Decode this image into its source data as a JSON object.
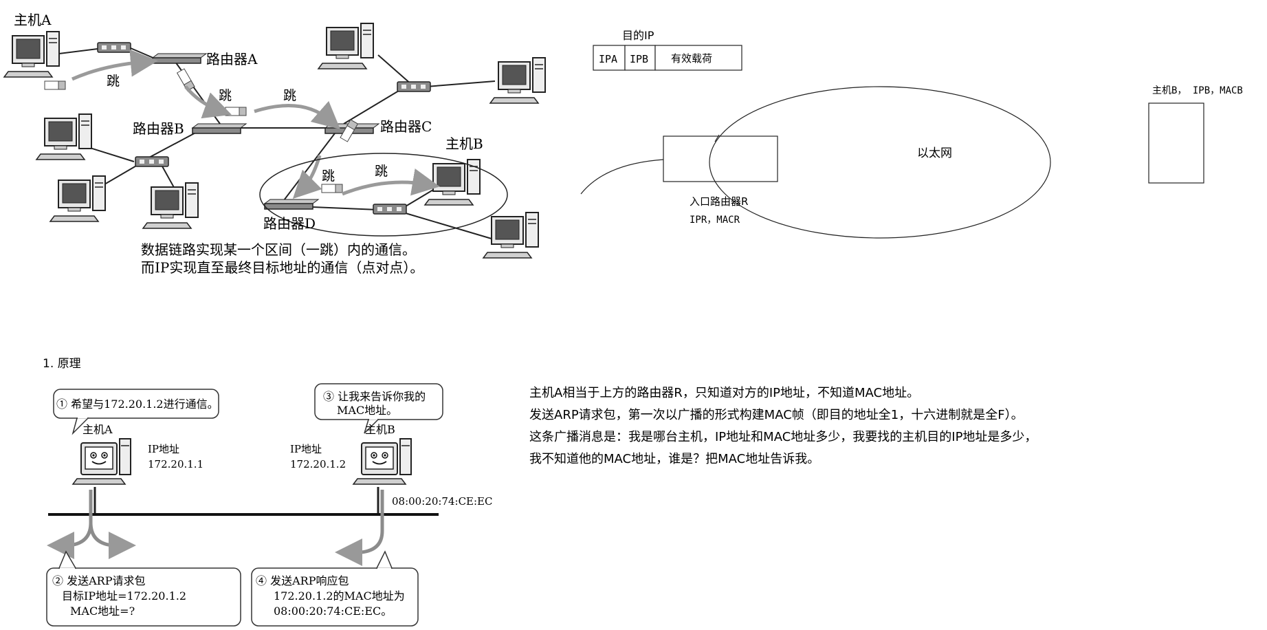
{
  "network_figure": {
    "host_a": "主机A",
    "router_a": "路由器A",
    "router_b": "路由器B",
    "router_c": "路由器C",
    "router_d": "路由器D",
    "host_b": "主机B",
    "hop_label": "跳",
    "caption_line1": "数据链路实现某一个区间（一跳）内的通信。",
    "caption_line2": "而IP实现直至最终目标地址的通信（点对点）。"
  },
  "ethernet_sketch": {
    "dest_ip_label": "目的IP",
    "packet_fields": [
      "IPA",
      "IPB",
      "有效载荷"
    ],
    "ethernet_label": "以太网",
    "host_b_label": "主机B，  IPB，MACB",
    "router_label": "入口路由器R",
    "router_addr": "IPR，MACR"
  },
  "section_title": "1. 原理",
  "arp_figure": {
    "bubble1": "① 希望与172.20.1.2进行通信。",
    "bubble3_line1": "③ 让我来告诉你我的",
    "bubble3_line2": "MAC地址。",
    "host_a": "主机A",
    "host_b": "主机B",
    "ip_label_a": "IP地址",
    "ip_value_a": "172.20.1.1",
    "ip_label_b": "IP地址",
    "ip_value_b": "172.20.1.2",
    "mac_b": "08:00:20:74:CE:EC",
    "bubble2_line1": "② 发送ARP请求包",
    "bubble2_line2": "目标IP地址=172.20.1.2",
    "bubble2_line3": "MAC地址=?",
    "bubble4_line1": "④ 发送ARP响应包",
    "bubble4_line2": "172.20.1.2的MAC地址为",
    "bubble4_line3": "08:00:20:74:CE:EC。"
  },
  "explanation": [
    "主机A相当于上方的路由器R，只知道对方的IP地址，不知道MAC地址。",
    "发送ARP请求包，第一次以广播的形式构建MAC帧（即目的地址全1，十六进制就是全F）。",
    "这条广播消息是：我是哪台主机，IP地址和MAC地址多少，我要找的主机目的IP地址是多少，",
    "我不知道他的MAC地址，谁是？把MAC地址告诉我。"
  ]
}
